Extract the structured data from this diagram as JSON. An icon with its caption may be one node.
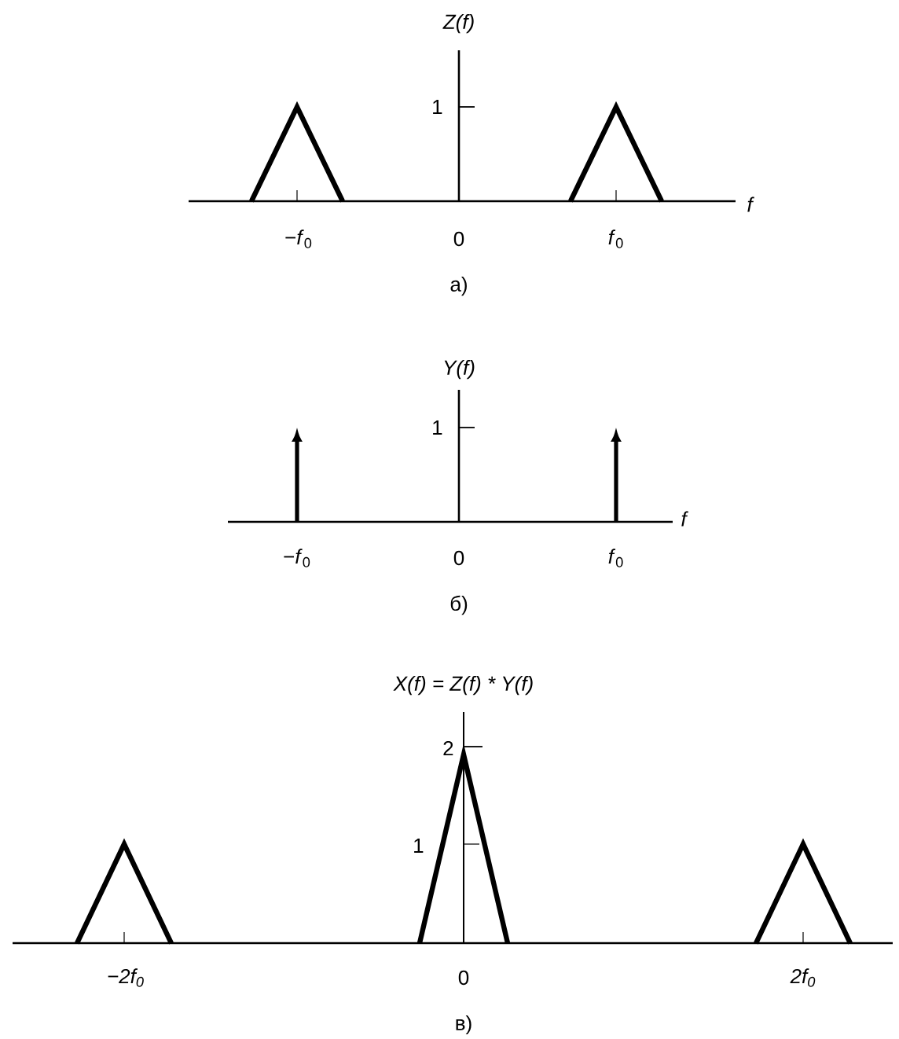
{
  "diagram": {
    "labels": [
      "Z(f)",
      "1",
      "f",
      "−*f*$_{0}$",
      "0",
      "*f*$_{0}$",
      "а)",
      "Y(f)",
      "1",
      "f",
      "−*f*$_{0}$",
      "0",
      "*f*$_{0}$",
      "б)",
      "X(f) = Z(f) * Y(f)",
      "2",
      "1",
      "−2f$_{0}$",
      "0",
      "2f$_{0}$",
      "в)"
    ]
  }
}
